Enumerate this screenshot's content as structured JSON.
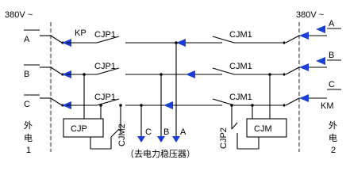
{
  "voltage": {
    "left": "380V ~",
    "right": "380V ~"
  },
  "phases": {
    "a": "A",
    "b": "B",
    "c": "C",
    "a_right": "A",
    "b_right": "B",
    "c_right": "C"
  },
  "switches": {
    "kp": "KP",
    "km": "KM",
    "cjp1_a": "CJP1",
    "cjp1_b": "CJP1",
    "cjp1_c": "CJP1",
    "cjm1_a": "CJM1",
    "cjm1_b": "CJM1",
    "cjm1_c": "CJM1"
  },
  "coils": {
    "cjp": "CJP",
    "cjm": "CJM"
  },
  "aux_contacts": {
    "cjm2": "CJM2",
    "cjp2": "CJP2"
  },
  "outputs": {
    "c": "C",
    "b": "B",
    "a": "A",
    "caption": "（去电力稳压器）"
  },
  "sources": {
    "left": [
      "外",
      "电",
      "1"
    ],
    "right": [
      "外",
      "电",
      "2"
    ]
  },
  "colors": {
    "arrow": "#1a3fd6",
    "line": "#000000"
  }
}
